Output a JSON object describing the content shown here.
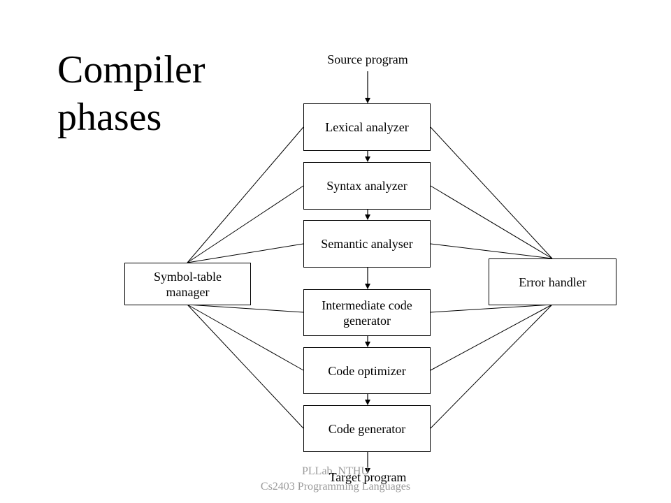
{
  "title": {
    "line1": "Compiler",
    "line2": "phases"
  },
  "diagram": {
    "source": "Source program",
    "target": "Target program",
    "phases": [
      {
        "label": "Lexical analyzer"
      },
      {
        "label": "Syntax analyzer"
      },
      {
        "label": "Semantic analyser"
      },
      {
        "line1": "Intermediate code",
        "line2": "generator"
      },
      {
        "label": "Code optimizer"
      },
      {
        "label": "Code generator"
      }
    ],
    "symbol_table": {
      "line1": "Symbol-table",
      "line2": "manager"
    },
    "error_handler": {
      "label": "Error handler"
    }
  },
  "footer": {
    "line1": "PLLab, NTHU",
    "line2": "Cs2403 Programming Languages"
  }
}
